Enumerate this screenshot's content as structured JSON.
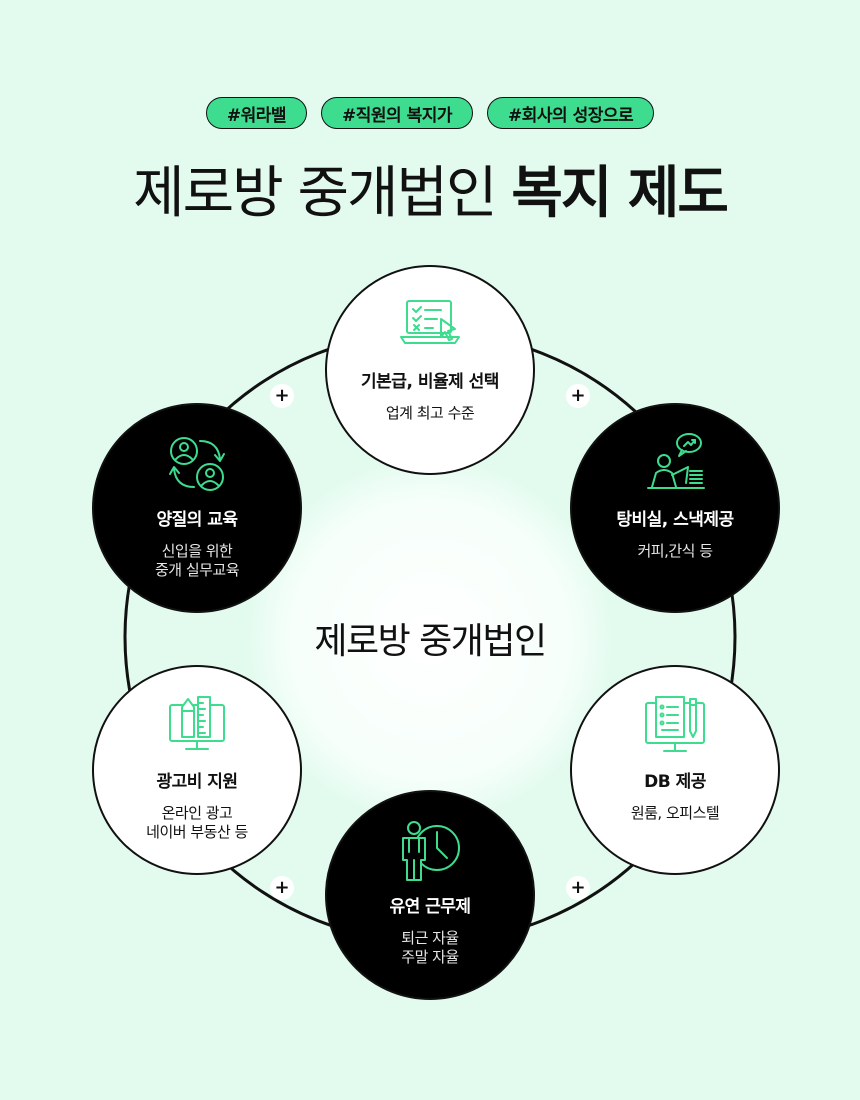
{
  "tags": [
    "#워라밸",
    "#직원의 복지가",
    "#회사의 성장으로"
  ],
  "headline": {
    "light": "제로방 중개법인",
    "bold": "복지 제도"
  },
  "center_title": "제로방 중개법인",
  "plus_sign": "+",
  "cards": [
    {
      "title": "기본급, 비율제 선택",
      "desc": [
        "업계 최고 수준"
      ],
      "icon": "laptop-checklist-icon",
      "theme": "white"
    },
    {
      "title": "탕비실, 스낵제공",
      "desc": [
        "커피,간식 등"
      ],
      "icon": "person-laptop-chat-icon",
      "theme": "black"
    },
    {
      "title": "DB 제공",
      "desc": [
        "원룸, 오피스텔"
      ],
      "icon": "document-pen-icon",
      "theme": "white"
    },
    {
      "title": "유연 근무제",
      "desc": [
        "퇴근 자율",
        "주말 자율"
      ],
      "icon": "person-clock-icon",
      "theme": "black"
    },
    {
      "title": "광고비 지원",
      "desc": [
        "온라인 광고",
        "네이버 부동산 등"
      ],
      "icon": "monitor-ruler-pencil-icon",
      "theme": "white"
    },
    {
      "title": "양질의 교육",
      "desc": [
        "신입을 위한",
        "중개 실무교육"
      ],
      "icon": "people-exchange-icon",
      "theme": "black"
    }
  ],
  "colors": {
    "background": "#e3fbef",
    "accent": "#3ddc8e",
    "dark": "#000000"
  }
}
